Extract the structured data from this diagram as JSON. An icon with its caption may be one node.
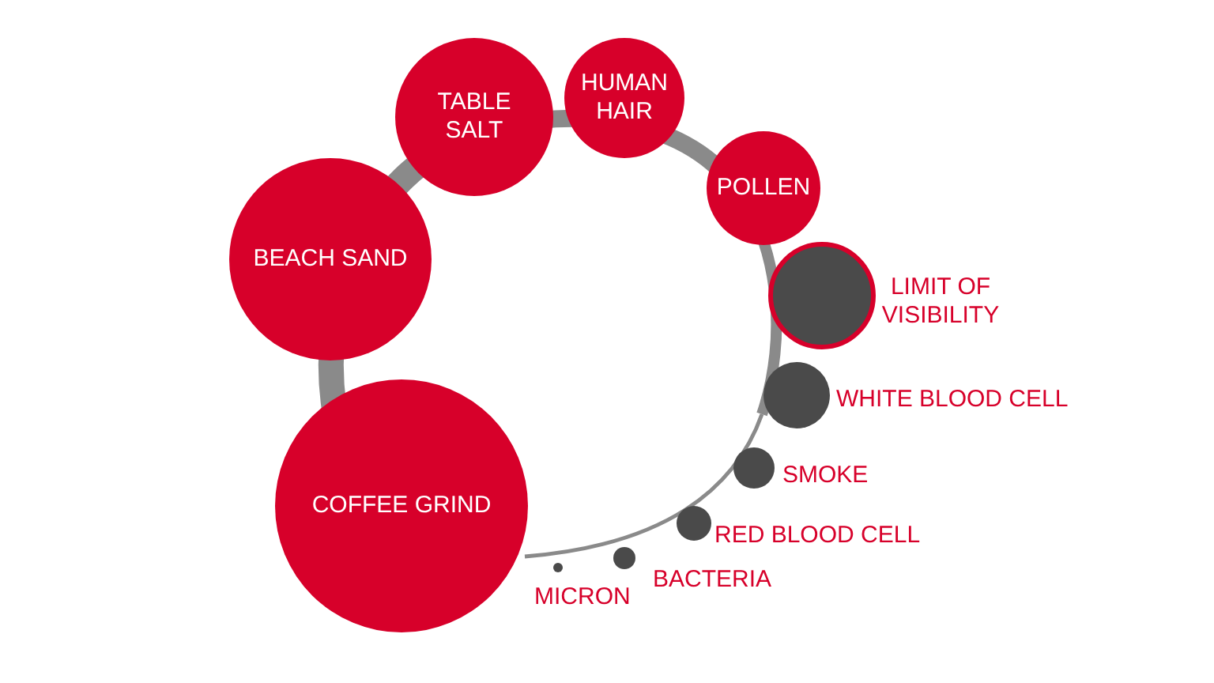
{
  "diagram": {
    "nodes": [
      {
        "text": [
          "COFFEE GRIND"
        ]
      },
      {
        "text": [
          "BEACH SAND"
        ]
      },
      {
        "text": [
          "TABLE SALT"
        ]
      },
      {
        "text": [
          "HUMAN HAIR"
        ]
      },
      {
        "text": [
          "POLLEN"
        ]
      },
      {
        "text": [],
        "shape": "circle",
        "beside": [
          "LIMIT OF VISIBILITY"
        ]
      },
      {
        "text": [],
        "shape": "circle",
        "beside": [
          "WHITE BLOOD CELL"
        ]
      },
      {
        "text": [],
        "shape": "circle",
        "beside": [
          "SMOKE"
        ]
      },
      {
        "text": [],
        "shape": "circle",
        "beside": [
          "RED BLOOD CELL"
        ]
      },
      {
        "text": [],
        "shape": "circle",
        "beside": [
          "BACTERIA"
        ]
      },
      {
        "text": [],
        "shape": "circle",
        "beside": [
          "MICRON"
        ]
      }
    ]
  }
}
